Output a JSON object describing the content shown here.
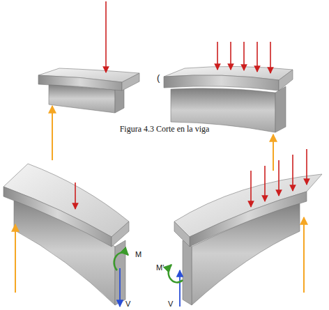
{
  "diagram": {
    "caption": "Figura 4.3 Corte en la viga",
    "labels": [
      "(",
      "M",
      "V",
      "M'",
      "V"
    ]
  }
}
